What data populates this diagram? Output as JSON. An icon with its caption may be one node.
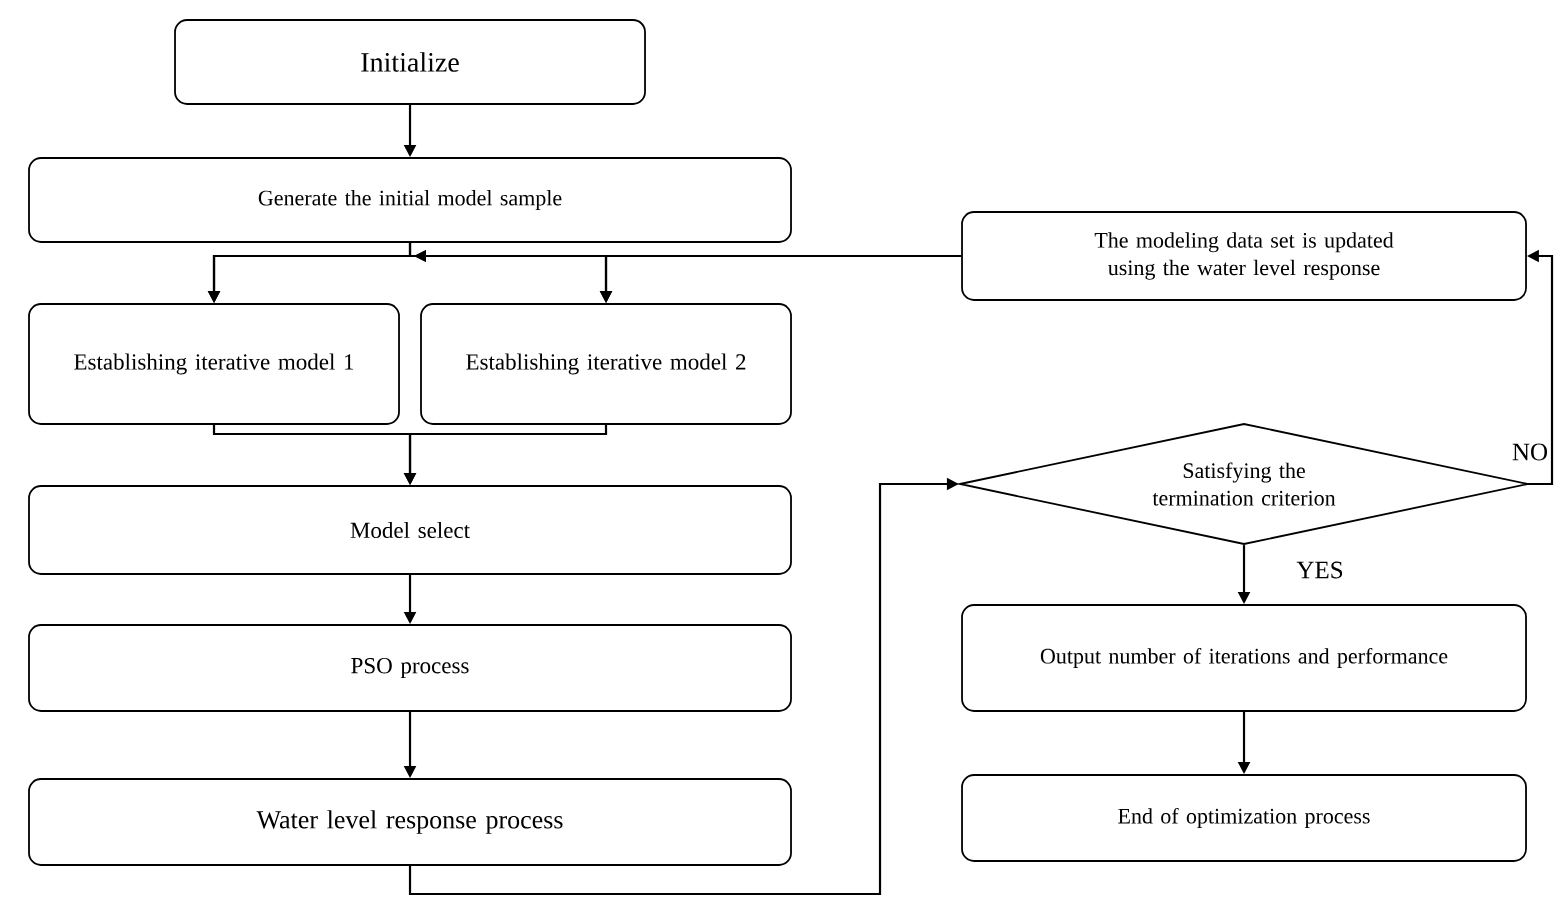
{
  "diagram": {
    "nodes": [
      {
        "text": [
          "Initialize"
        ]
      },
      {
        "text": [
          "Generate the initial model sample"
        ]
      },
      {
        "text": [
          "Establishing iterative model 1"
        ]
      },
      {
        "text": [
          "Establishing iterative model 2"
        ]
      },
      {
        "text": [
          "Model select"
        ]
      },
      {
        "text": [
          "PSO process"
        ]
      },
      {
        "text": [
          "Water level response process"
        ]
      },
      {
        "text": [
          "The modeling data set is updated using the water level response"
        ]
      },
      {
        "text": [
          "Satisfying the termination criterion"
        ]
      },
      {
        "text": [
          "Output number of iterations and performance"
        ]
      },
      {
        "text": [
          "End of optimization process"
        ]
      }
    ],
    "edges": [
      {
        "from": 0,
        "to": 1,
        "arrow": "to"
      },
      {
        "from": 1,
        "to": 2,
        "arrow": "to"
      },
      {
        "from": 1,
        "to": 3,
        "arrow": "to"
      },
      {
        "from": 7,
        "to": 2,
        "arrow": "to"
      },
      {
        "from": 7,
        "to": 3,
        "arrow": "to"
      },
      {
        "from": 2,
        "to": 4,
        "arrow": "to"
      },
      {
        "from": 3,
        "to": 4,
        "arrow": "to"
      },
      {
        "from": 4,
        "to": 5,
        "arrow": "to"
      },
      {
        "from": 5,
        "to": 6,
        "arrow": "to"
      },
      {
        "from": 6,
        "to": 8,
        "arrow": "to"
      },
      {
        "from": 8,
        "to": 9,
        "arrow": "to",
        "label": "YES"
      },
      {
        "from": 8,
        "to": 7,
        "arrow": "to",
        "label": "NO"
      },
      {
        "from": 9,
        "to": 10,
        "arrow": "to"
      }
    ]
  }
}
